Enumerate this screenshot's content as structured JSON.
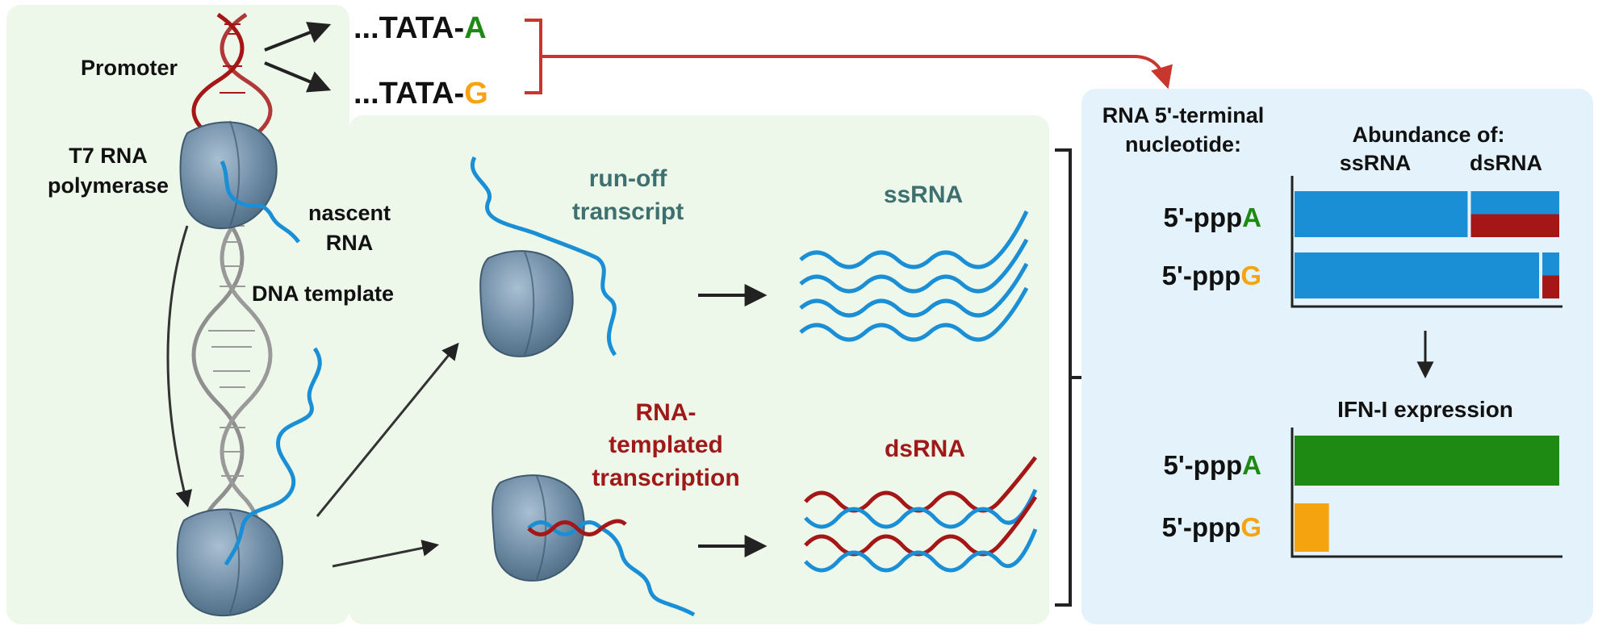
{
  "left_panel": {
    "promoter_label": "Promoter",
    "polymerase_label_line1": "T7 RNA",
    "polymerase_label_line2": "polymerase",
    "nascent_label_line1": "nascent",
    "nascent_label_line2": "RNA",
    "dna_template_label": "DNA template"
  },
  "promoter_variants": {
    "prefix": "...TATA-",
    "variant_a": "A",
    "variant_g": "G"
  },
  "middle_panel": {
    "runoff_line1": "run-off",
    "runoff_line2": "transcript",
    "ssrna_label": "ssRNA",
    "rna_templated_line1": "RNA-",
    "rna_templated_line2": "templated",
    "rna_templated_line3": "transcription",
    "dsrna_label": "dsRNA"
  },
  "right_panel": {
    "terminal_line1": "RNA 5'-terminal",
    "terminal_line2": "nucleotide:",
    "abundance_title": "Abundance of:",
    "col_ssrna": "ssRNA",
    "col_dsrna": "dsRNA",
    "row_prefix": "5'-ppp",
    "row_a": "A",
    "row_g": "G",
    "ifn_title": "IFN-I expression"
  },
  "chart_data": [
    {
      "type": "bar",
      "orientation": "horizontal-stacked",
      "title": "Abundance of:",
      "categories": [
        "5'-pppA",
        "5'-pppG"
      ],
      "series": [
        {
          "name": "ssRNA",
          "values": [
            0.66,
            0.93
          ]
        },
        {
          "name": "dsRNA",
          "values": [
            0.34,
            0.07
          ]
        }
      ]
    },
    {
      "type": "bar",
      "orientation": "horizontal",
      "title": "IFN-I expression",
      "categories": [
        "5'-pppA",
        "5'-pppG"
      ],
      "values": [
        1.0,
        0.13
      ]
    }
  ],
  "colors": {
    "panel_green": "#eef8ea",
    "panel_blue": "#e4f3fb",
    "rna_blue": "#1b8fd6",
    "dna_red": "#a51717",
    "dna_gray": "#8f8f8f",
    "polymerase": "#6f8ca5",
    "variant_a_green": "#1e8a14",
    "variant_g_orange": "#f5a30f",
    "teal_text": "#3f7070",
    "dark_red_text": "#a01919",
    "ifn_green": "#1e8a14",
    "ifn_orange": "#f5a30f",
    "arrow_red": "#c8372d"
  }
}
